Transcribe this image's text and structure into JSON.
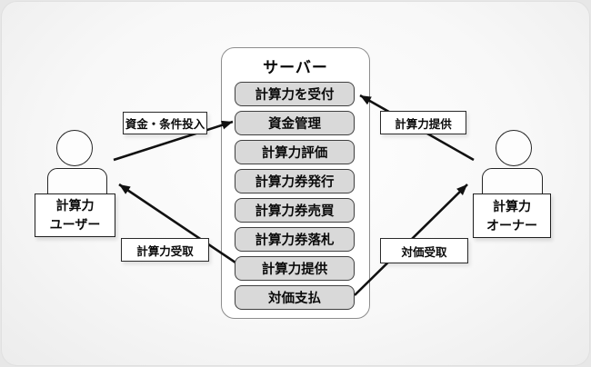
{
  "diagram": {
    "server": {
      "title": "サーバー",
      "functions": [
        "計算力を受付",
        "資金管理",
        "計算力評価",
        "計算力券発行",
        "計算力券売買",
        "計算力券落札",
        "計算力提供",
        "対価支払"
      ]
    },
    "actors": {
      "user": {
        "line1": "計算力",
        "line2": "ユーザー"
      },
      "owner": {
        "line1": "計算力",
        "line2": "オーナー"
      }
    },
    "flows": [
      {
        "label": "資金・条件投入",
        "from": "計算力ユーザー",
        "to": "資金管理"
      },
      {
        "label": "計算力提供",
        "from": "計算力オーナー",
        "to": "計算力を受付"
      },
      {
        "label": "計算力受取",
        "from": "計算力提供",
        "to": "計算力ユーザー"
      },
      {
        "label": "対価受取",
        "from": "対価支払",
        "to": "計算力オーナー"
      }
    ],
    "colors": {
      "function_box_fill": "#d9d9d9",
      "function_box_border": "#3f3f3f",
      "server_border": "#8d8d8d",
      "arrow": "#111111",
      "label_background": "#ffffff",
      "card_background": "#f8f8f8"
    }
  }
}
